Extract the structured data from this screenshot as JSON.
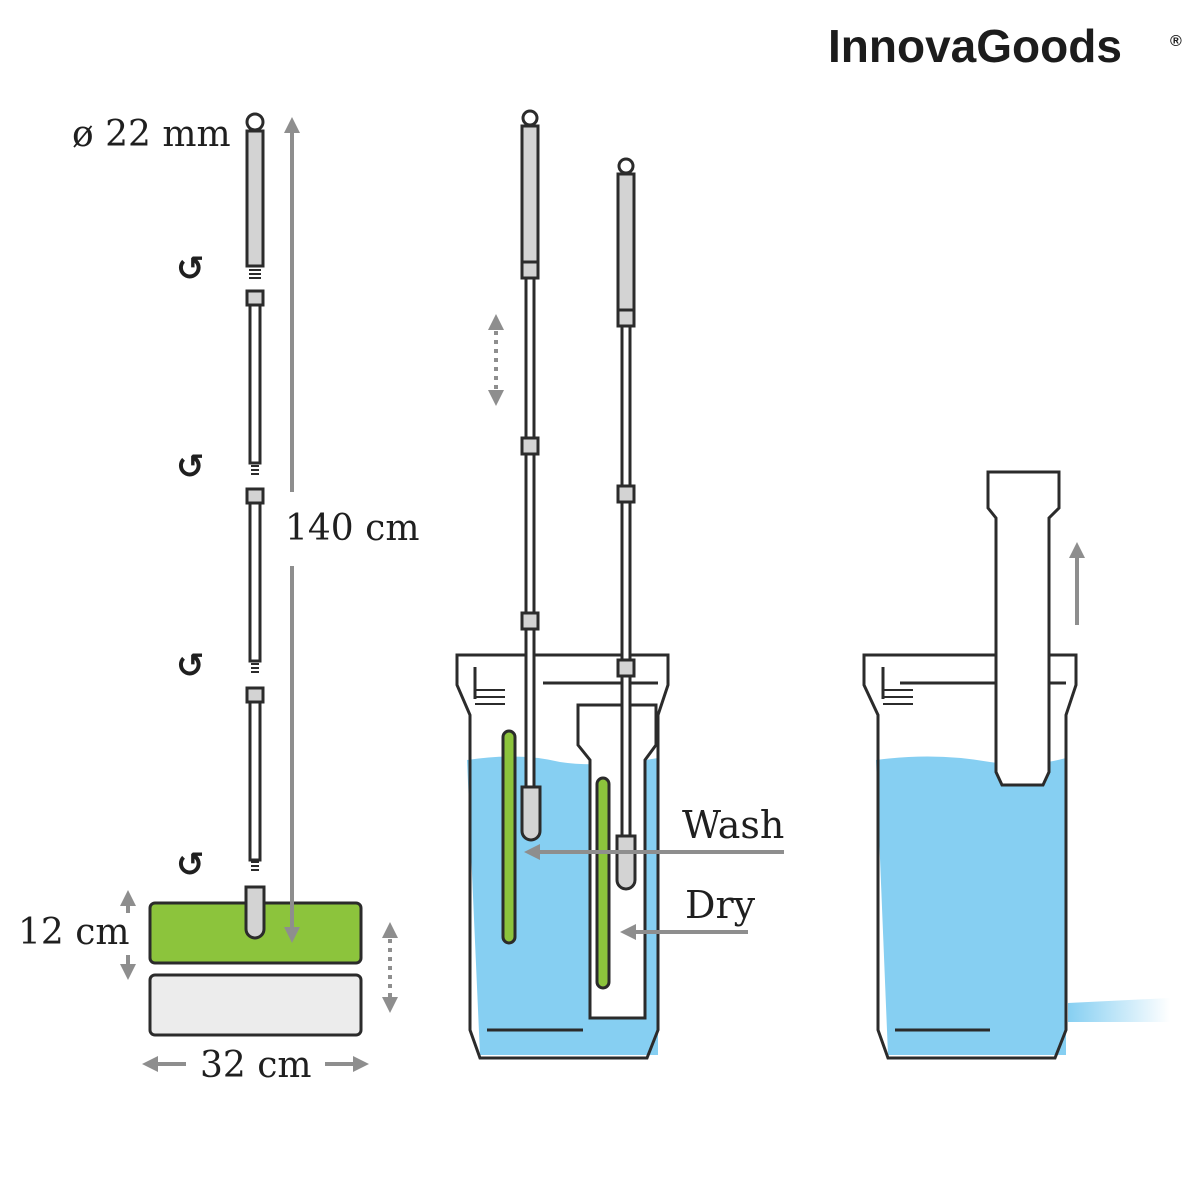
{
  "brand": {
    "name": "InnovaGoods",
    "mark": "®"
  },
  "colors": {
    "outline": "#2b2b2b",
    "water": "#86cff2",
    "sponge": "#8cc43c",
    "pad": "#ececec",
    "arrow": "#8e8e8e",
    "handle": "#d3d3d3"
  },
  "mop": {
    "diameter_label": "ø 22 mm",
    "height_label": "140 cm",
    "head_height_label": "12 cm",
    "head_width_label": "32 cm"
  },
  "bucket": {
    "wash_label": "Wash",
    "dry_label": "Dry"
  },
  "icons": [
    "rotate-icon",
    "up-arrow-icon",
    "double-arrow-icon"
  ]
}
